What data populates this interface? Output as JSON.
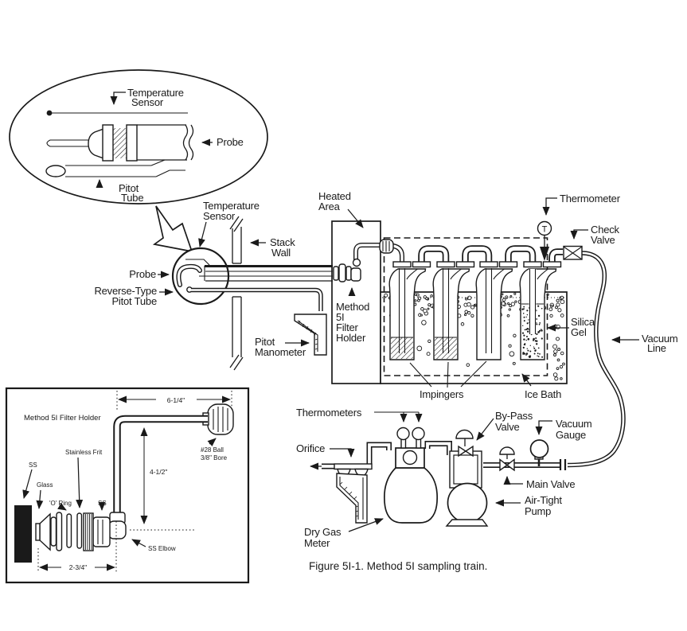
{
  "colors": {
    "ink": "#1a1a1a",
    "paper": "#ffffff"
  },
  "caption": "Figure 5I-1.  Method 5I sampling train.",
  "probe_detail": {
    "temperature_sensor": [
      "Temperature",
      "Sensor"
    ],
    "probe": "Probe",
    "pitot_tube": [
      "Pitot",
      "Tube"
    ]
  },
  "stack_section": {
    "temperature_sensor": [
      "Temperature",
      "Sensor"
    ],
    "stack_wall": [
      "Stack",
      "Wall"
    ],
    "probe": "Probe",
    "reverse_pitot": [
      "Reverse-Type",
      "Pitot Tube"
    ],
    "pitot_manometer": [
      "Pitot",
      "Manometer"
    ],
    "heated_area": [
      "Heated",
      "Area"
    ],
    "filter_holder": [
      "Method",
      "5I",
      "Filter",
      "Holder"
    ]
  },
  "impinger_section": {
    "thermometer": "Thermometer",
    "thermometer_symbol": "T",
    "check_valve": [
      "Check",
      "Valve"
    ],
    "silica_gel": [
      "Silica",
      "Gel"
    ],
    "vacuum_line": [
      "Vacuum",
      "Line"
    ],
    "impingers": "Impingers",
    "ice_bath": "Ice Bath"
  },
  "meter_section": {
    "thermometers": "Thermometers",
    "orifice": "Orifice",
    "bypass_valve": [
      "By-Pass",
      "Valve"
    ],
    "vacuum_gauge": [
      "Vacuum",
      "Gauge"
    ],
    "main_valve": "Main Valve",
    "air_tight_pump": [
      "Air-Tight",
      "Pump"
    ],
    "dry_gas_meter": [
      "Dry Gas",
      "Meter"
    ]
  },
  "filter_inset": {
    "title": "Method 5I Filter Holder",
    "labels": {
      "ss_shell": "SS",
      "glass": "Glass",
      "o_ring": "'O' Ring",
      "stainless_frit": "Stainless Frit",
      "ss_fitting": "SS",
      "ss_elbow": "SS Elbow",
      "ball": [
        "#28 Ball",
        "3/8\" Bore"
      ]
    },
    "dimensions": {
      "top_width": "6-1/4\"",
      "height": "4-1/2\"",
      "bottom_width": "2-3/4\""
    }
  }
}
